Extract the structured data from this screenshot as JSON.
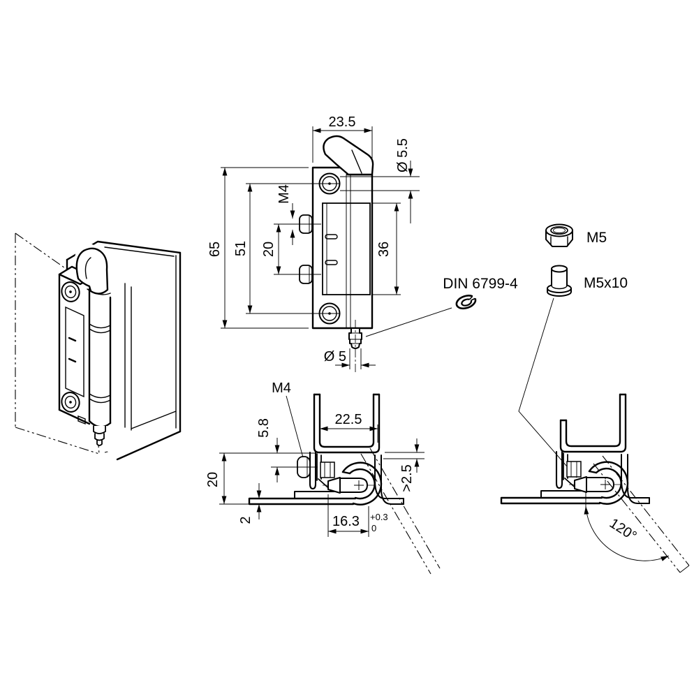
{
  "front_view": {
    "width": "23.5",
    "hole_dia": "Ø 5.5",
    "height": "65",
    "hole_spacing": "51",
    "screw_spacing": "20",
    "thread": "M4",
    "slot_span": "36",
    "pin_dia": "Ø 5"
  },
  "hardware": {
    "retaining_ring": "DIN 6799-4",
    "nut": "M5",
    "bush": "M5x10"
  },
  "section_view": {
    "thread": "M4",
    "screw_offset": "5.8",
    "frame_depth": "22.5",
    "height": "20",
    "sheet_thickness": "2",
    "cutout": "16.3",
    "cutout_tol_up": "+0.3",
    "cutout_tol_low": "0",
    "clearance": ">2.5"
  },
  "opening_view": {
    "angle": "120°"
  }
}
